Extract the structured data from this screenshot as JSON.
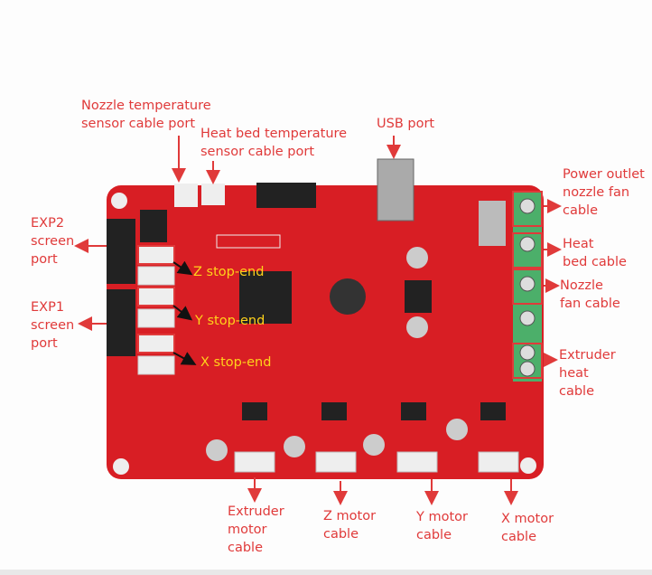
{
  "labels": {
    "nozzle_temp": [
      "Nozzle temperature",
      "sensor cable port"
    ],
    "bed_temp": [
      "Heat bed temperature",
      "sensor cable port"
    ],
    "usb": "USB port",
    "power_outlet": [
      "Power outlet",
      "nozzle fan",
      "cable"
    ],
    "heat_bed": [
      "Heat",
      "bed cable"
    ],
    "nozzle_fan": [
      "Nozzle",
      "fan cable"
    ],
    "extruder_heat": [
      "Extruder",
      "heat",
      "cable"
    ],
    "exp2": [
      "EXP2",
      "screen",
      "port"
    ],
    "exp1": [
      "EXP1",
      "screen",
      "port"
    ],
    "z_stop": "Z stop-end",
    "y_stop": "Y stop-end",
    "x_stop": "X stop-end",
    "extruder_motor": [
      "Extruder",
      "motor",
      "cable"
    ],
    "z_motor": [
      "Z motor",
      "cable"
    ],
    "y_motor": [
      "Y motor",
      "cable"
    ],
    "x_motor": [
      "X motor",
      "cable"
    ]
  },
  "colors": {
    "annotation": "#e03a3a",
    "stop_label": "#ffd21a",
    "board": "#d81e24"
  }
}
